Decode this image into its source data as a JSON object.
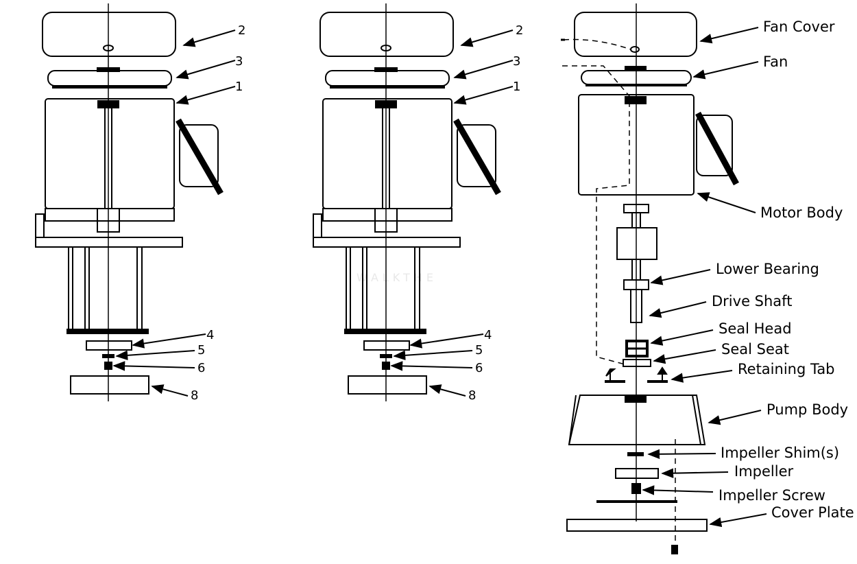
{
  "assembly_a": {
    "callouts": [
      "2",
      "3",
      "1",
      "4",
      "5",
      "6",
      "8"
    ]
  },
  "assembly_b": {
    "callouts": [
      "2",
      "3",
      "1",
      "4",
      "5",
      "6",
      "8"
    ]
  },
  "exploded": {
    "labels": [
      "Fan Cover",
      "Fan",
      "Motor Body",
      "Lower Bearing",
      "Drive Shaft",
      "Seal Head",
      "Seal Seat",
      "Retaining Tab",
      "Pump Body",
      "Impeller Shim(s)",
      "Impeller",
      "Impeller Screw",
      "Cover Plate"
    ]
  },
  "watermark": "WALKTHE"
}
